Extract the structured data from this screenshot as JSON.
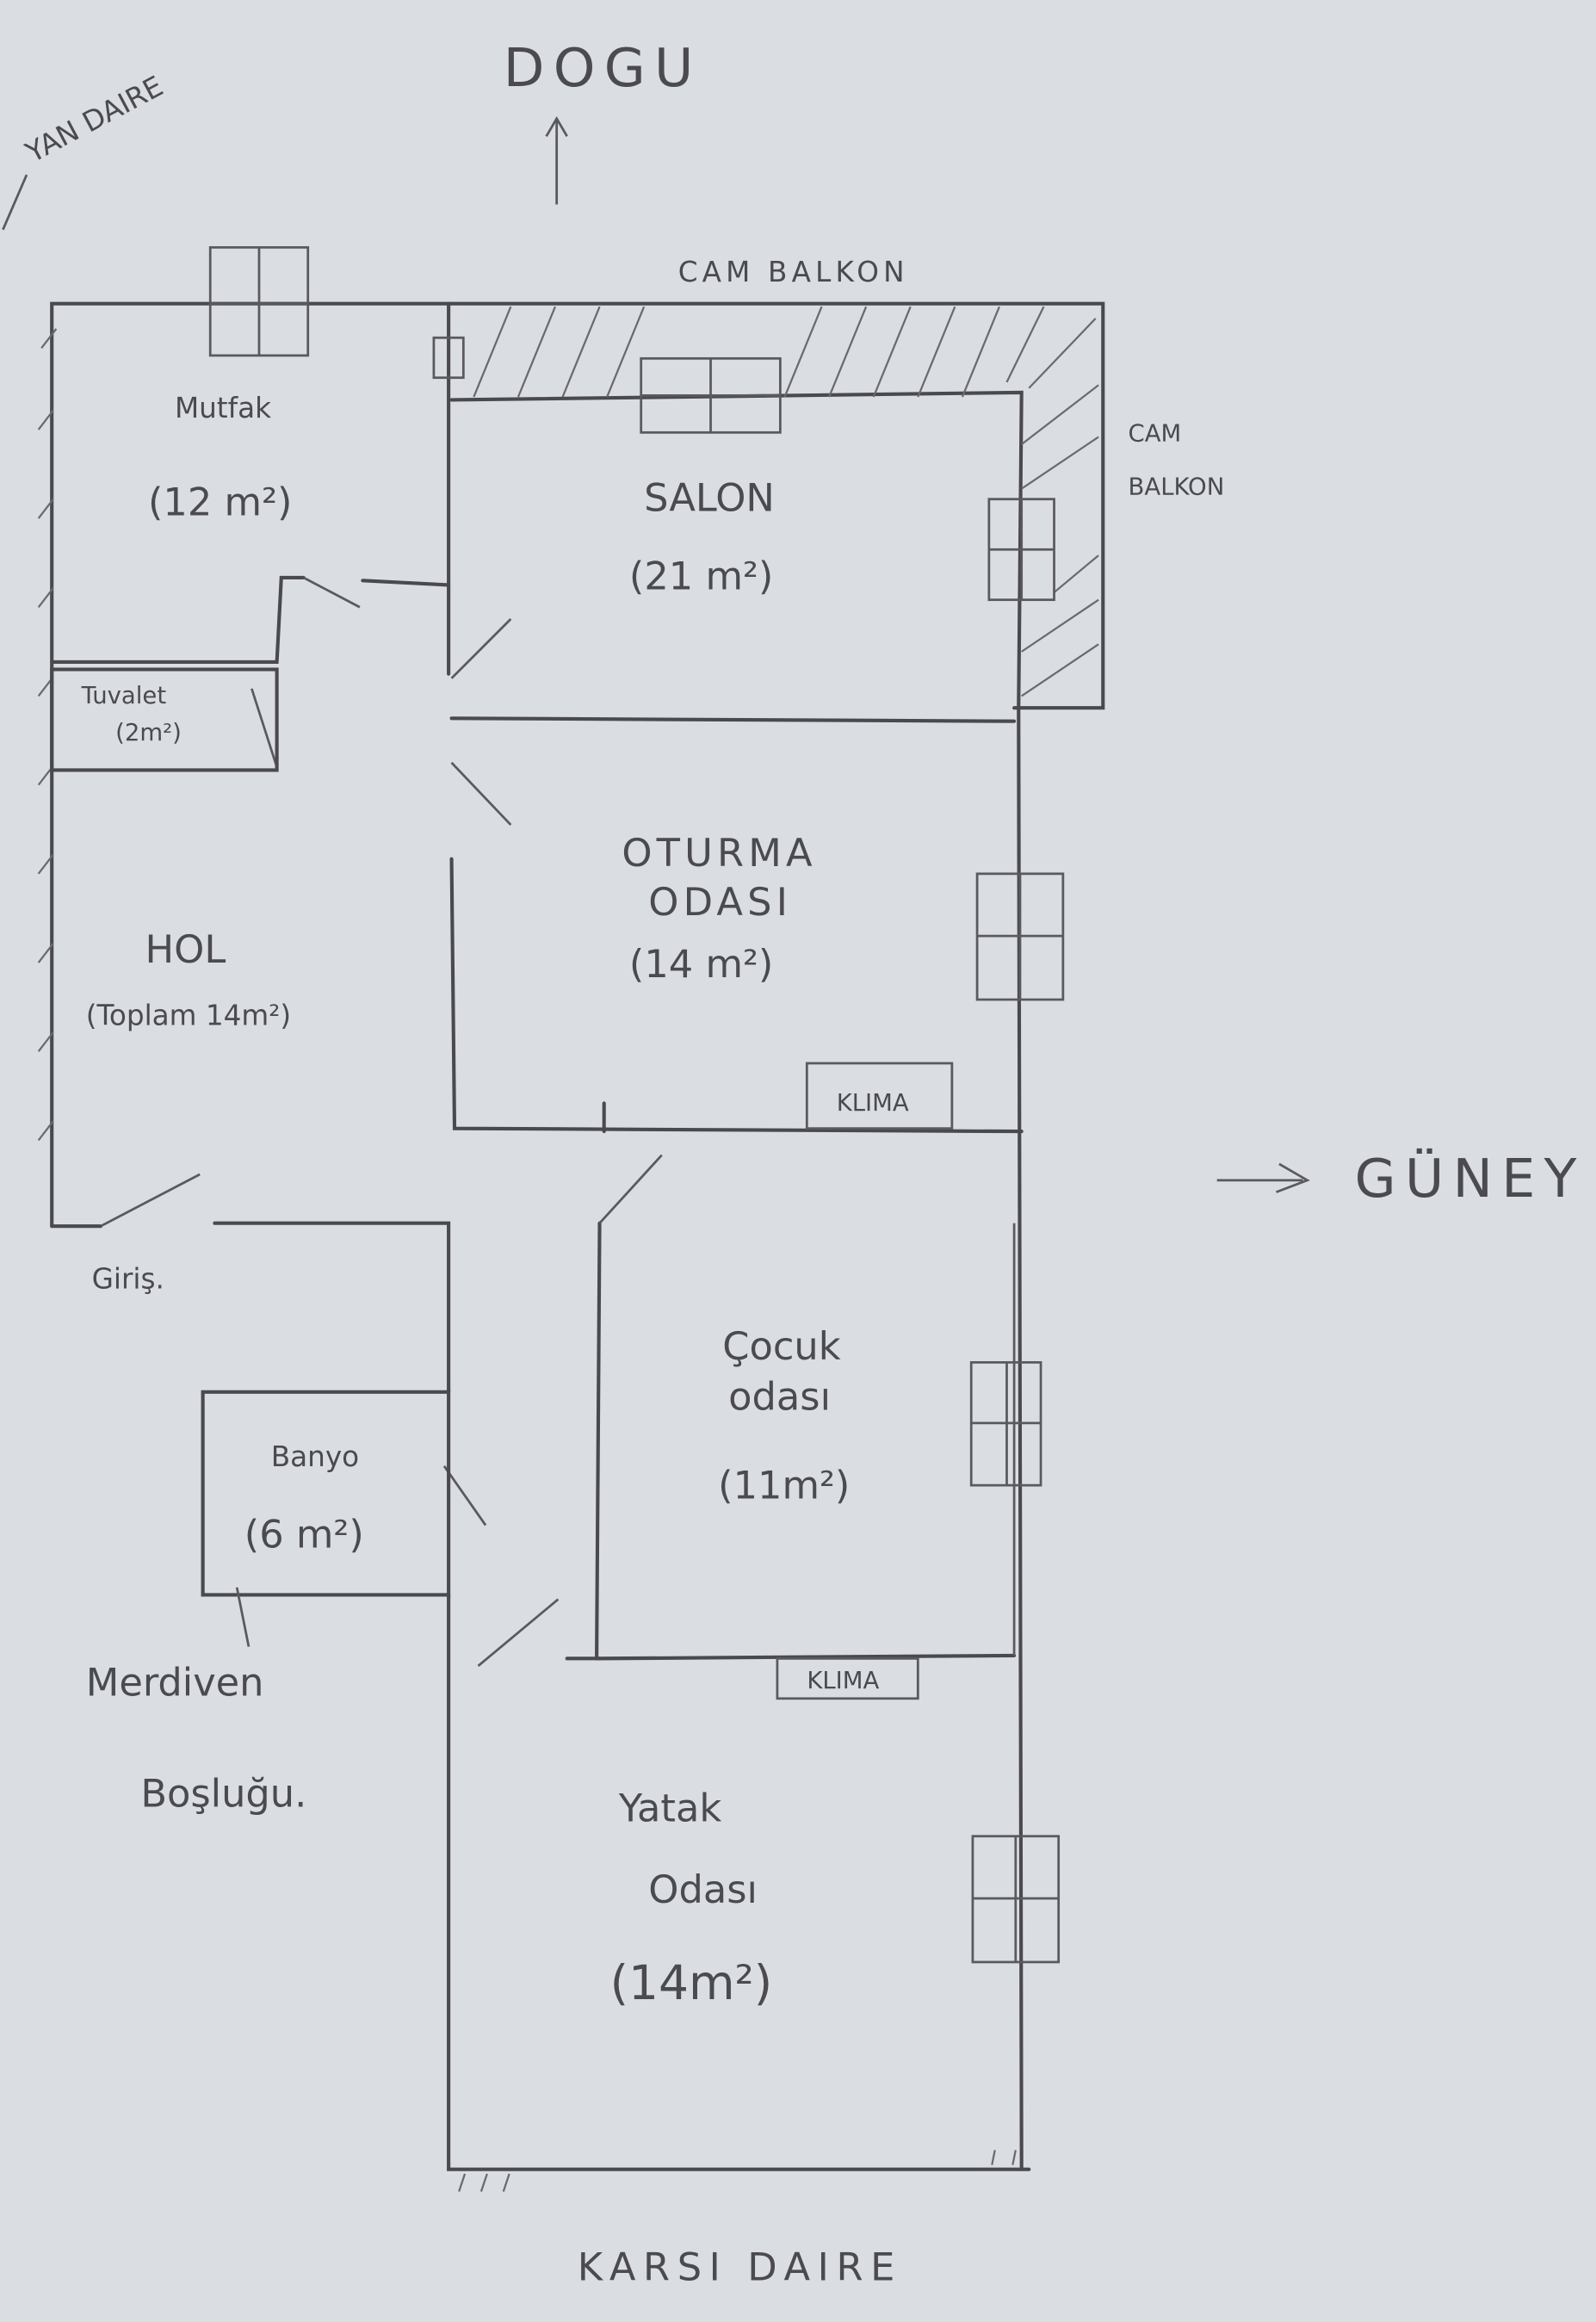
{
  "compass": {
    "north_label": "DOGU",
    "south_label": "GÜNEY",
    "neighbor_side": "YAN DAIRE",
    "neighbor_opposite": "KARSI DAIRE"
  },
  "balcony": {
    "top_label": "CAM BALKON",
    "side_label_line1": "CAM",
    "side_label_line2": "BALKON"
  },
  "rooms": {
    "kitchen": {
      "name": "Mutfak",
      "area": "(12 m²)"
    },
    "salon": {
      "name": "SALON",
      "area": "(21 m²)"
    },
    "toilet": {
      "name": "Tuvalet",
      "area": "(2m²)"
    },
    "hall": {
      "name": "HOL",
      "area": "(Toplam 14m²)"
    },
    "living": {
      "name_line1": "OTURMA",
      "name_line2": "ODASI",
      "area": "(14 m²)"
    },
    "child": {
      "name_line1": "Çocuk",
      "name_line2": "odası",
      "area": "(11m²)"
    },
    "bath": {
      "name": "Banyo",
      "area": "(6 m²)"
    },
    "bedroom": {
      "name_line1": "Yatak",
      "name_line2": "Odası",
      "area": "(14m²)"
    }
  },
  "labels": {
    "ac_1": "KLIMA",
    "ac_2": "KLIMA",
    "entrance": "Giriş.",
    "stairwell_line1": "Merdiven",
    "stairwell_line2": "Boşluğu."
  },
  "colors": {
    "paper": "#dadde2",
    "pencil": "#4a4a4e"
  }
}
